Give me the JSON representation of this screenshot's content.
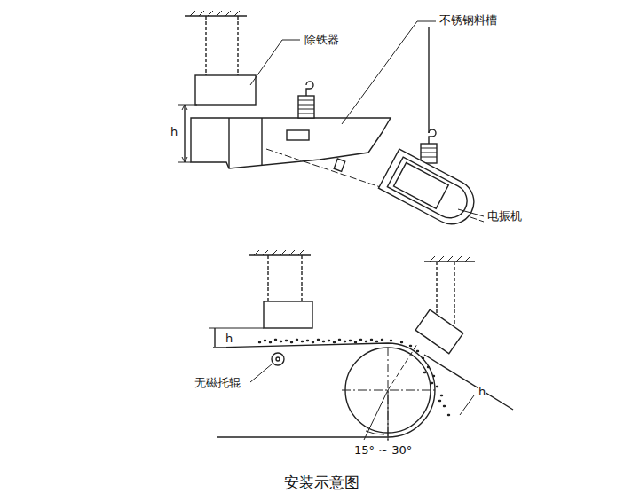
{
  "diagram": {
    "caption": "安装示意图",
    "labels": [
      "除铁器",
      "不锈钢料槽",
      "h",
      "电振机",
      "h",
      "无磁托辊",
      "15° ~ 30°",
      "h"
    ]
  }
}
